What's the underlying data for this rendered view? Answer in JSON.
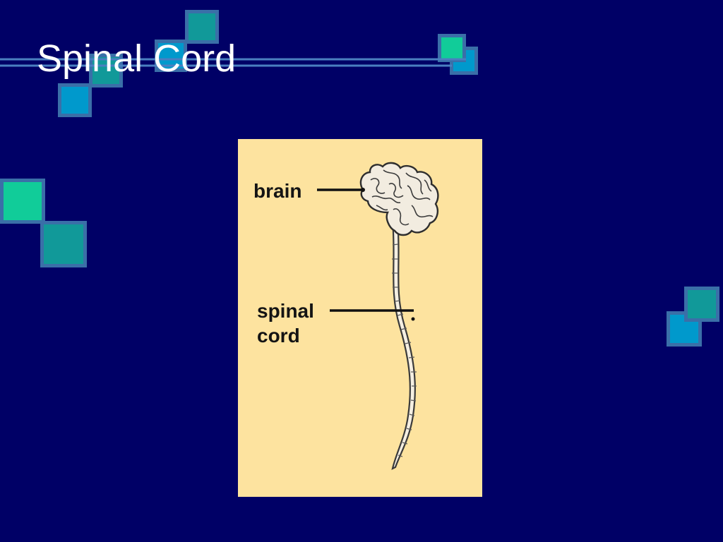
{
  "slide": {
    "title": "Spinal Cord",
    "background_color": "#000066"
  },
  "diagram": {
    "panel_color": "#fde39f",
    "labels": {
      "brain": "brain",
      "spinal_cord_line1": "spinal",
      "spinal_cord_line2": "cord"
    }
  },
  "decoration": {
    "square_colors": [
      "#11cc99",
      "#119999",
      "#0099cc"
    ],
    "square_border_color": "#3a6fa8",
    "rule_color": "#4a7fc0"
  }
}
